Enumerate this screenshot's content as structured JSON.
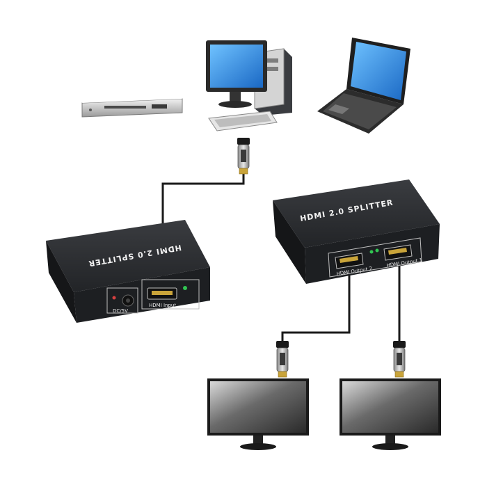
{
  "splitter_left": {
    "title": "HDMI 2.0 SPLITTER",
    "port_input_label": "HDMI Input",
    "port_power_label": "DC/5V"
  },
  "splitter_right": {
    "title": "HDMI 2.0 SPLITTER",
    "port_output_1_label": "HDMI Output 1",
    "port_output_2_label": "HDMI Output 2"
  },
  "colors": {
    "device_body": "#2b2d30",
    "device_face": "#1d1f22",
    "cable": "#1a1a1a",
    "screen_blue": "#2f8fe0",
    "led_green": "#31c552"
  },
  "icons": [
    "dvd-player-icon",
    "desktop-computer-icon",
    "laptop-icon",
    "monitor-icon",
    "hdmi-connector-icon"
  ]
}
